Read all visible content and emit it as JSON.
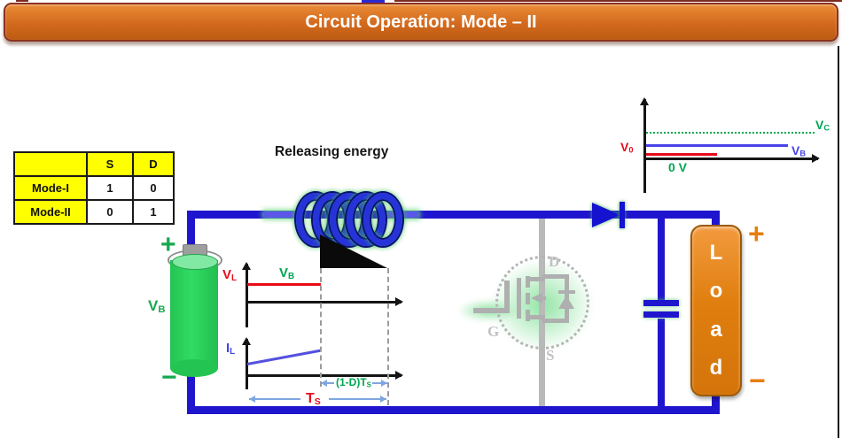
{
  "title_bar": {
    "title": "Circuit Operation: Mode – II"
  },
  "mode_table": {
    "corner": "",
    "col_s": "S",
    "col_d": "D",
    "rows": [
      {
        "label": "Mode-I",
        "s": "1",
        "d": "0"
      },
      {
        "label": "Mode-II",
        "s": "0",
        "d": "1"
      }
    ]
  },
  "battery": {
    "plus": "+",
    "minus": "−",
    "v_main": "V",
    "v_sub": "B"
  },
  "inductor": {
    "caption": "Releasing energy"
  },
  "mosfet": {
    "drain": "D",
    "gate": "G",
    "source": "S"
  },
  "load": {
    "letters": [
      "L",
      "o",
      "a",
      "d"
    ],
    "plus": "+",
    "minus": "−"
  },
  "switch_waveforms": {
    "vl_axis": {
      "main": "V",
      "sub": "L"
    },
    "vb_level": {
      "main": "V",
      "sub": "B"
    },
    "il_axis": {
      "main": "I",
      "sub": "L"
    },
    "off_interval": {
      "main": "(1-D)T",
      "sub": "S"
    },
    "period": {
      "main": "T",
      "sub": "S"
    }
  },
  "output_waveform": {
    "v0": {
      "main": "V",
      "sub": "0"
    },
    "vc": {
      "main": "V",
      "sub": "C"
    },
    "vb": {
      "main": "V",
      "sub": "B"
    },
    "zero": "0 V"
  },
  "colors": {
    "wire_blue": "#2015CE",
    "accent_green": "#00A651",
    "accent_red": "#E60C1E",
    "label_blue": "#4542E8",
    "orange": "#E87E0C",
    "title_orange": "#D2691E",
    "battery_green": "#27CE59",
    "inactive_gray": "#B9B9B9"
  }
}
